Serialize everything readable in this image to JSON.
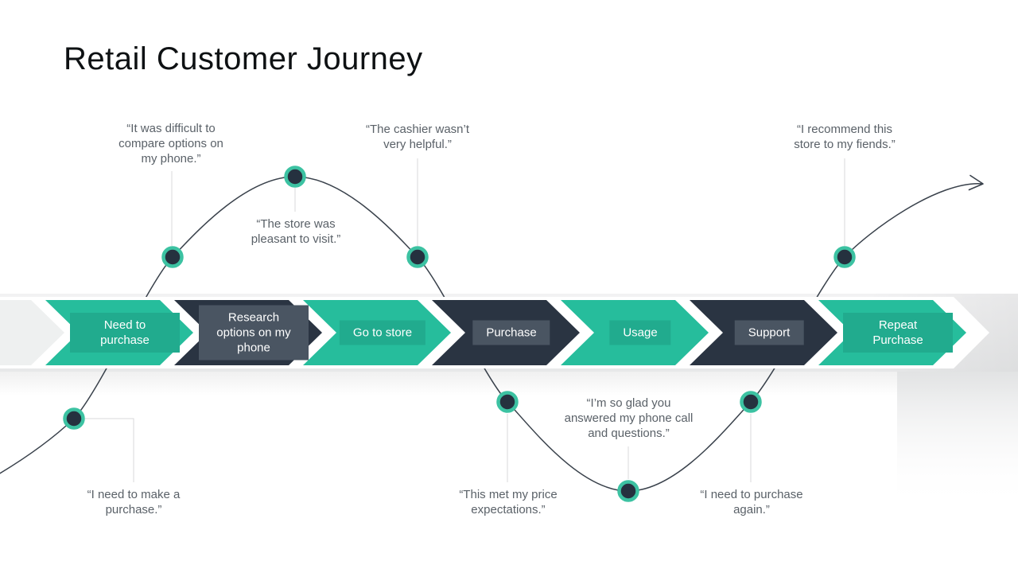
{
  "slide": {
    "title": "Retail Customer Journey"
  },
  "journey": {
    "stages": [
      {
        "label": "Need to purchase",
        "variant": "teal"
      },
      {
        "label": "Research options on my phone",
        "variant": "navy"
      },
      {
        "label": "Go to store",
        "variant": "teal"
      },
      {
        "label": "Purchase",
        "variant": "navy"
      },
      {
        "label": "Usage",
        "variant": "teal"
      },
      {
        "label": "Support",
        "variant": "navy"
      },
      {
        "label": "Repeat Purchase",
        "variant": "teal"
      }
    ],
    "quotes": [
      {
        "text": "“It was difficult to compare options on my phone.”",
        "placement": "above curve, stage 2"
      },
      {
        "text": "“The store was pleasant to visit.”",
        "placement": "below peak dot"
      },
      {
        "text": "“The cashier wasn’t very helpful.”",
        "placement": "above curve, stage 4"
      },
      {
        "text": "“I recommend this store to my fiends.”",
        "placement": "above curve, stage 7"
      },
      {
        "text": "“I need to make a purchase.”",
        "placement": "below curve, stage 1"
      },
      {
        "text": "“This met my price expectations.”",
        "placement": "below curve, stage 4"
      },
      {
        "text": "“I’m so glad you answered my phone call and questions.”",
        "placement": "above trough dot"
      },
      {
        "text": "“I need to purchase again.”",
        "placement": "below curve, stage 6"
      }
    ]
  },
  "colors": {
    "teal": "#26bd9c",
    "teal_label": "#21ab8e",
    "navy": "#2a3442",
    "navy_label": "#4a5562",
    "dot_ring": "#3cc2a2",
    "dot_fill": "#25313f",
    "curve": "#39414b",
    "connector": "#d9dadb",
    "quote_text": "#5a6168",
    "band": "#ededee"
  }
}
